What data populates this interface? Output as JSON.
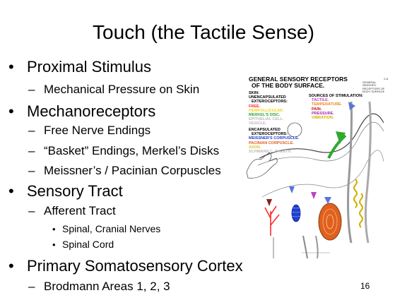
{
  "slide": {
    "title": "Touch (the Tactile Sense)",
    "page_number": "16",
    "bullets": [
      {
        "text": "Proximal Stimulus",
        "children": [
          {
            "text": "Mechanical Pressure on Skin"
          }
        ]
      },
      {
        "text": "Mechanoreceptors",
        "children": [
          {
            "text": "Free Nerve Endings"
          },
          {
            "text": "“Basket” Endings, Merkel’s Disks"
          },
          {
            "text": "Meissner’s / Pacinian Corpuscles"
          }
        ]
      },
      {
        "text": "Sensory Tract",
        "children": [
          {
            "text": "Afferent Tract",
            "children": [
              {
                "text": "Spinal, Cranial Nerves"
              },
              {
                "text": "Spinal Cord"
              }
            ]
          }
        ]
      },
      {
        "text": "Primary Somatosensory Cortex",
        "children": [
          {
            "text": "Brodmann Areas 1, 2, 3"
          }
        ]
      }
    ]
  },
  "figure": {
    "title_line1": "GENERAL SENSORY RECEPTORS",
    "title_line2": "OF THE BODY SURFACE.",
    "corner_text": [
      "2-8",
      "GENERAL SENSORY",
      "RECEPTORS OF",
      "BODY SURFACE"
    ],
    "skin_label": "SKIN:",
    "unencap_label": "UNENCAPSULATED",
    "extero_label": "EXTEROCEPTORS:",
    "free_label": "FREE.",
    "peri_label": "PERIFOLLICULAR.",
    "merkel_label": "MERKEL'S DISC.",
    "epith_label": "EPITHELIAL CELL.",
    "vesicle_label": "VESICLE.",
    "sources_label": "SOURCES OF STIMULATION:",
    "tactile_label": "TACTILE.",
    "temp_label": "TEMPERATURE.",
    "pain_label": "PAIN.",
    "pressure_label": "PRESSURE.",
    "vibration_label": "VIBRATION.",
    "encap_label": "ENCAPSULATED",
    "extero2_label": "EXTEROCEPTORS:",
    "meissner_label": "MEISSNER'S CORPUSCLE.",
    "pacinian_label": "PACINIAN CORPUSCLE.",
    "axon_label": "AXON.",
    "schwann_label": "SCHWANN C. SHEATH.",
    "colors": {
      "free": "#ff2a2a",
      "peri": "#f0d020",
      "merkel": "#2eaa2e",
      "tactile": "#c040c0",
      "temp": "#e88a1a",
      "pain": "#d01010",
      "pressure": "#b020b0",
      "vibration": "#d0b000",
      "meissner": "#2040d0",
      "pacinian": "#e06020",
      "axon": "#e0c020",
      "arrow": "#5577dd"
    }
  }
}
